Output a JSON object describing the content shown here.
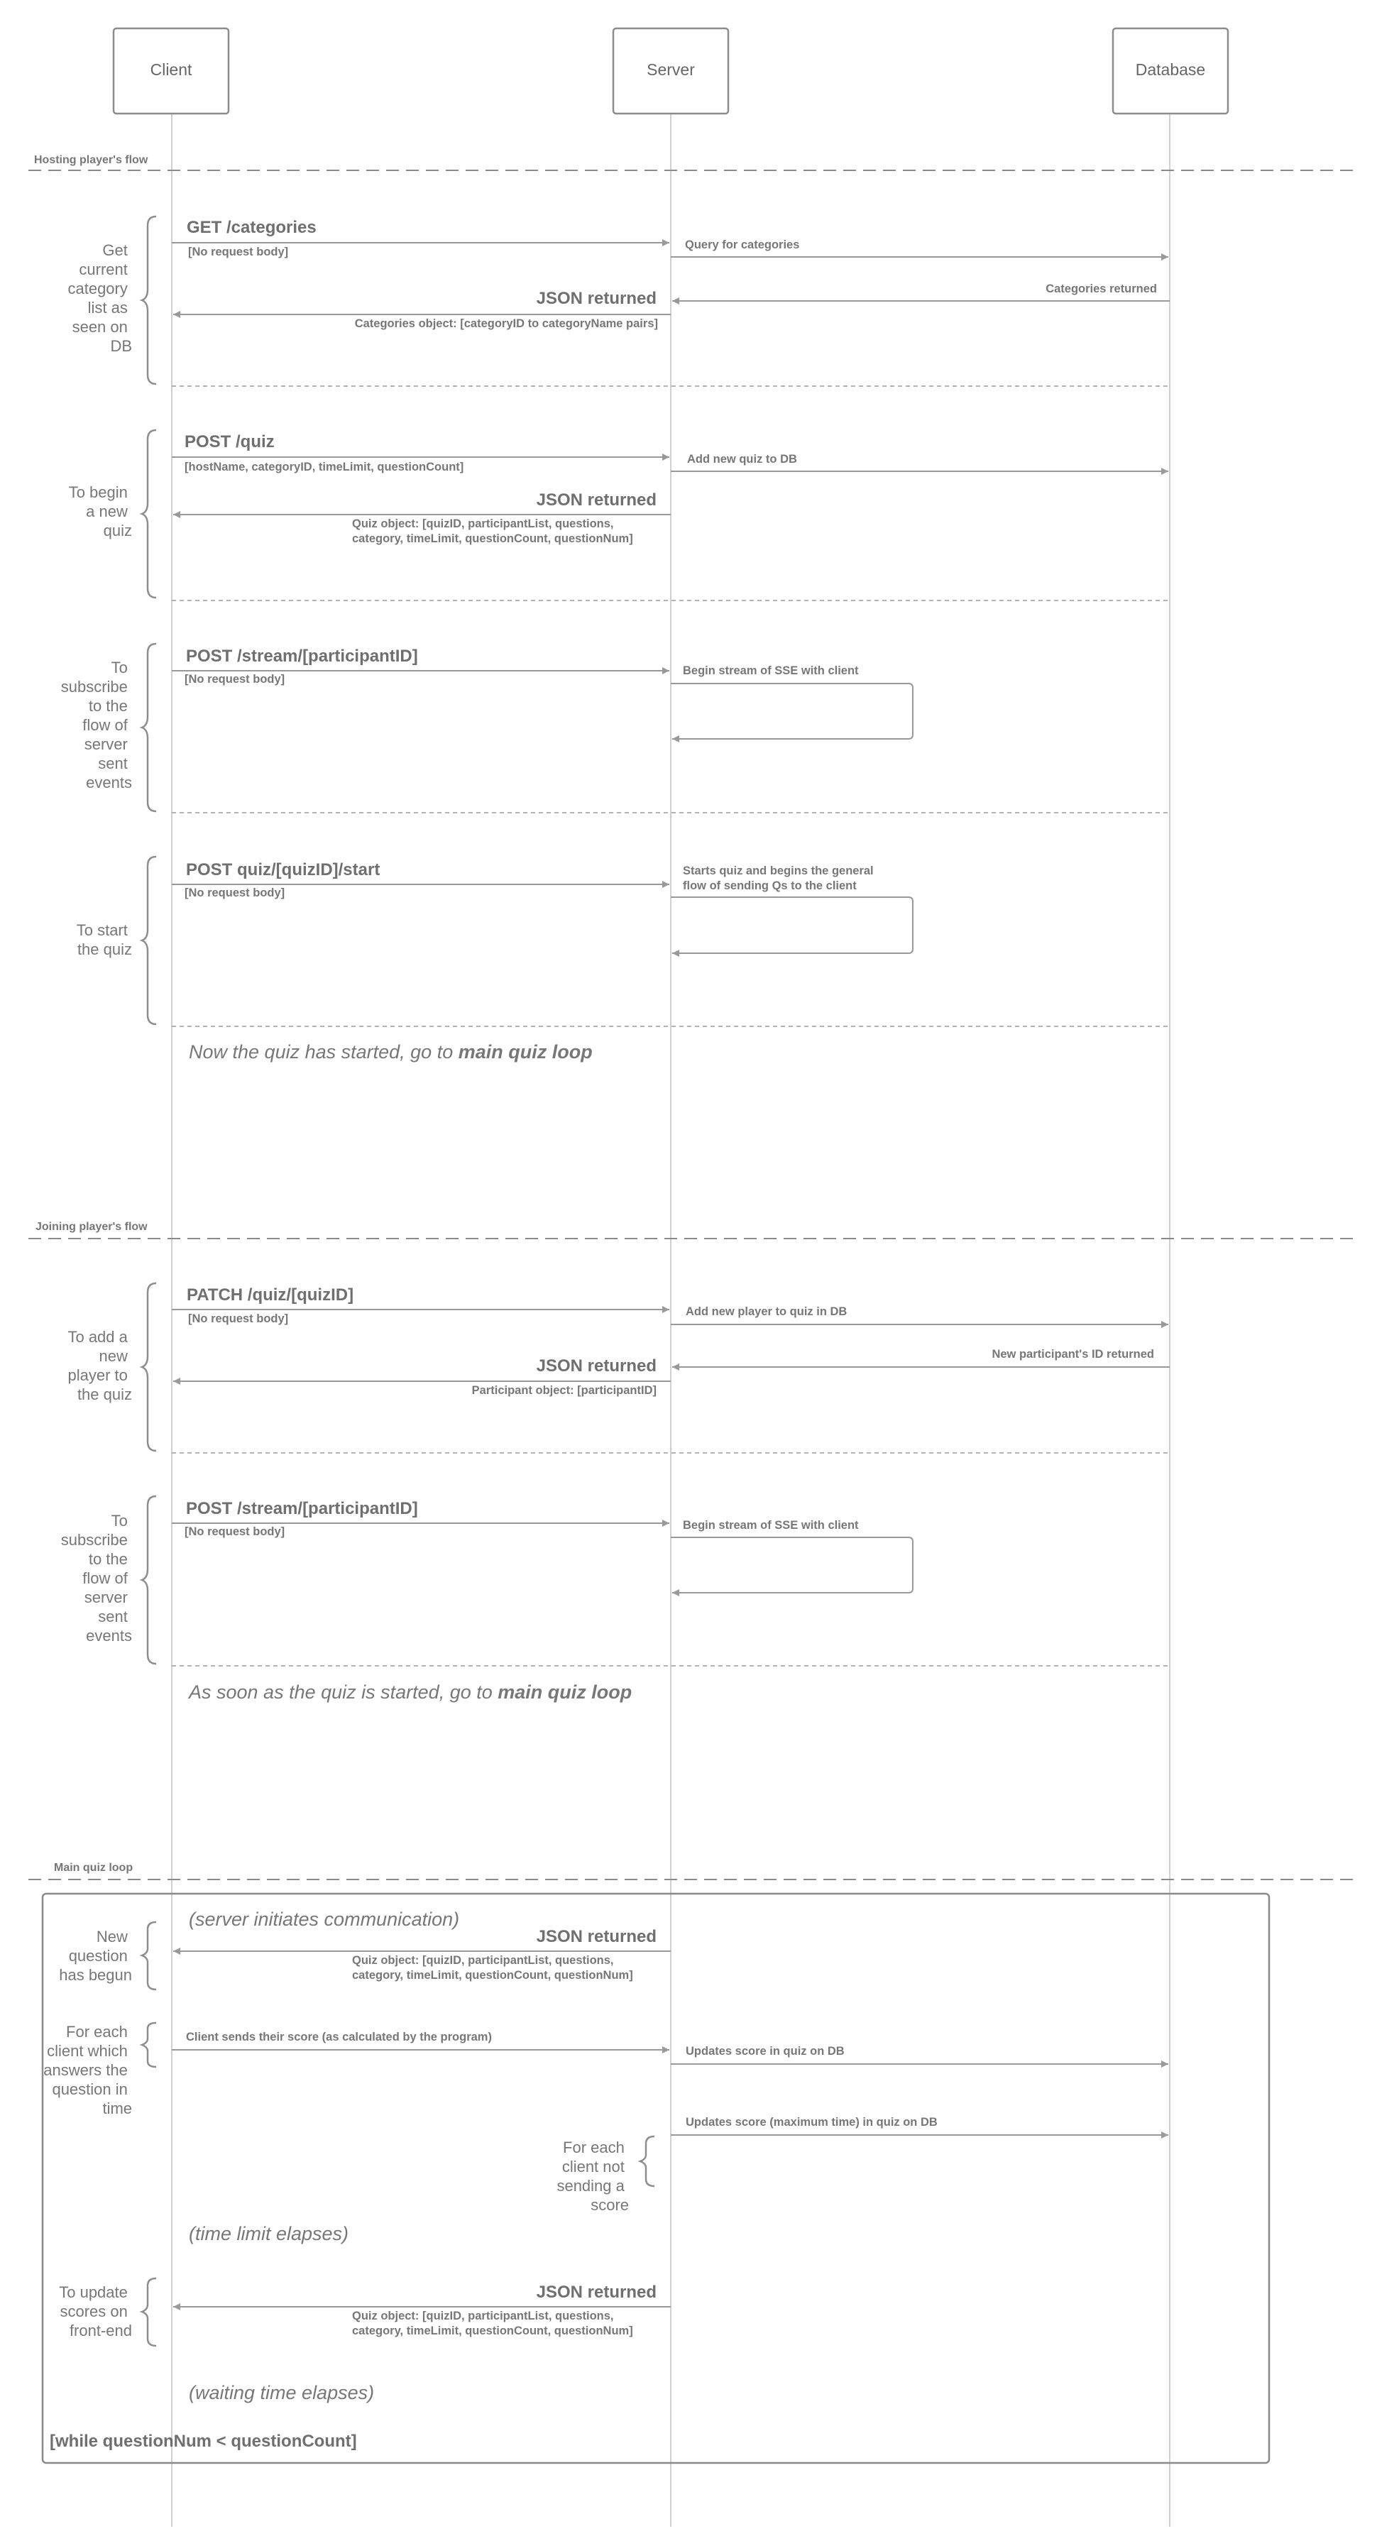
{
  "actors": {
    "client": "Client",
    "server": "Server",
    "database": "Database"
  },
  "sections": {
    "hosting": "Hosting player's flow",
    "joining": "Joining player's flow",
    "main_loop": "Main quiz loop"
  },
  "hosting_flow": {
    "categories": {
      "desc": [
        "Get",
        "current",
        "category",
        "list as",
        "seen on",
        "DB"
      ],
      "request": "GET /categories",
      "request_body": "[No request body]",
      "query": "Query for categories",
      "db_return": "Categories returned",
      "response": "JSON returned",
      "response_detail": "Categories object: [categoryID to categoryName pairs]"
    },
    "new_quiz": {
      "desc": [
        "To begin",
        "a new",
        "quiz"
      ],
      "request": "POST /quiz",
      "request_body": "[hostName, categoryID, timeLimit, questionCount]",
      "query": "Add new quiz to DB",
      "response": "JSON returned",
      "response_detail": [
        "Quiz object: [quizID, participantList, questions,",
        "category, timeLimit, questionCount, questionNum]"
      ]
    },
    "stream": {
      "desc": [
        "To",
        "subscribe",
        "to the",
        "flow of",
        "server",
        "sent",
        "events"
      ],
      "request": "POST /stream/[participantID]",
      "request_body": "[No request body]",
      "server_note": "Begin stream of SSE with client"
    },
    "start": {
      "desc": [
        "To start",
        "the quiz"
      ],
      "request": "POST quiz/[quizID]/start",
      "request_body": "[No request body]",
      "server_note": [
        "Starts quiz and begins the general",
        "flow of sending Qs to the client"
      ]
    },
    "note": {
      "prefix": "Now the quiz has started, go to ",
      "bold": "main quiz loop"
    }
  },
  "joining_flow": {
    "add_player": {
      "desc": [
        "To add a",
        "new",
        "player to",
        "the quiz"
      ],
      "request": "PATCH /quiz/[quizID]",
      "request_body": "[No request body]",
      "query": "Add new player to quiz in DB",
      "db_return": "New participant's ID returned",
      "response": "JSON returned",
      "response_detail": "Participant object: [participantID]"
    },
    "stream": {
      "desc": [
        "To",
        "subscribe",
        "to the",
        "flow of",
        "server",
        "sent",
        "events"
      ],
      "request": "POST /stream/[participantID]",
      "request_body": "[No request body]",
      "server_note": "Begin stream of SSE with client"
    },
    "note": {
      "prefix": "As soon as the quiz is started, go to ",
      "bold": "main quiz loop"
    }
  },
  "main_loop": {
    "server_initiates": "(server initiates communication)",
    "new_question": {
      "desc": [
        "New",
        "question",
        "has begun"
      ],
      "response": "JSON returned",
      "response_detail": [
        "Quiz object: [quizID, participantList, questions,",
        "category, timeLimit, questionCount, questionNum]"
      ]
    },
    "answers": {
      "desc": [
        "For each",
        "client which",
        "answers the",
        "question in",
        "time"
      ],
      "request": "Client sends their score (as calculated by the program)",
      "update": "Updates score in quiz on DB"
    },
    "not_sending": {
      "update": "Updates score (maximum time) in quiz on DB",
      "desc": [
        "For each",
        "client not",
        "sending a",
        "score"
      ]
    },
    "time_limit": "(time limit elapses)",
    "update_scores": {
      "desc": [
        "To update",
        "scores on",
        "front-end"
      ],
      "response": "JSON returned",
      "response_detail": [
        "Quiz object: [quizID, participantList, questions,",
        "category, timeLimit, questionCount, questionNum]"
      ]
    },
    "waiting": "(waiting time elapses)",
    "condition": "[while questionNum < questionCount]"
  },
  "colors": {
    "line": "#999999",
    "text": "#777777",
    "lifeline": "#d0d0d0"
  }
}
